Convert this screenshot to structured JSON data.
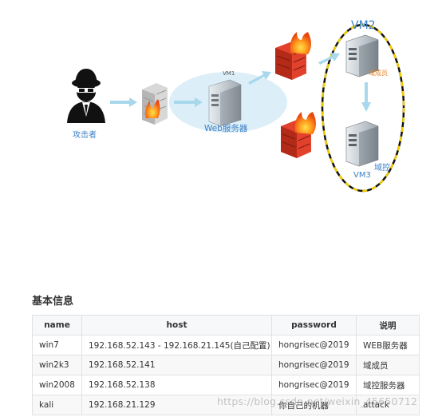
{
  "diagram": {
    "attacker_label": "攻击者",
    "vm1_tag": "VM1",
    "web_server_label": "Web服务器",
    "vm2_label": "VM2",
    "domain_member_label": "域成员",
    "domain_controller_label": "域控",
    "vm3_label": "VM3",
    "colors": {
      "vm_label": "#3a7fc6",
      "member_label": "#e8862a",
      "dash": "#f2cc00",
      "arrow": "#a8d8ec",
      "cloud": "#dceef8"
    },
    "icons": [
      "attacker-icon",
      "firewall-icon",
      "server-icon",
      "arrow-icon"
    ]
  },
  "section": {
    "title": "基本信息"
  },
  "table": {
    "headers": [
      "name",
      "host",
      "password",
      "说明"
    ],
    "rows": [
      [
        "win7",
        "192.168.52.143 - 192.168.21.145(自己配置)",
        "hongrisec@2019",
        "WEB服务器"
      ],
      [
        "win2k3",
        "192.168.52.141",
        "hongrisec@2019",
        "域成员"
      ],
      [
        "win2008",
        "192.168.52.138",
        "hongrisec@2019",
        "域控服务器"
      ],
      [
        "kali",
        "192.168.21.129",
        "你自己的机器",
        "attack"
      ]
    ]
  },
  "watermark": "https://blog.csdn.net/weixin_45650712"
}
